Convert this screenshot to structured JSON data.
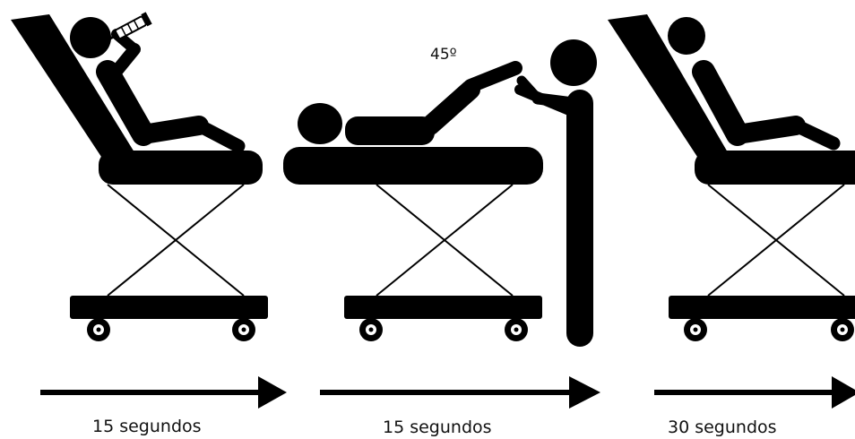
{
  "angle_label": "45º",
  "steps": [
    {
      "duration_label": "15 segundos"
    },
    {
      "duration_label": "15 segundos"
    },
    {
      "duration_label": "30 segundos"
    }
  ],
  "colors": {
    "ink": "#000000",
    "background": "#ffffff"
  }
}
